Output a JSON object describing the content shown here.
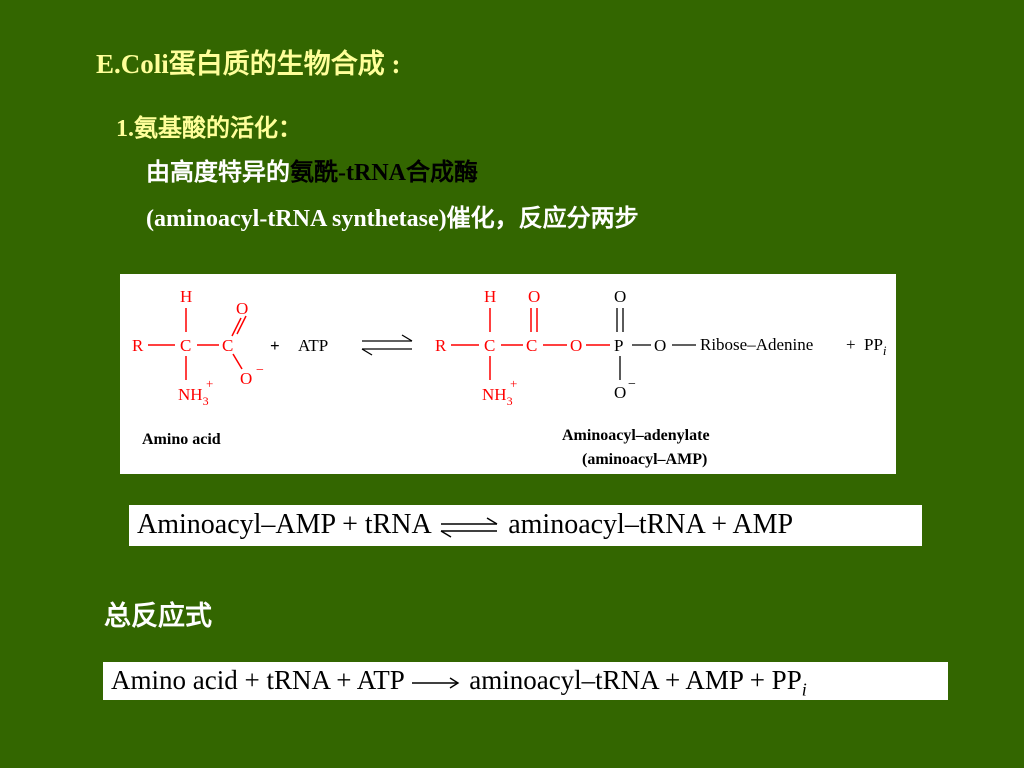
{
  "slide": {
    "title": "E.Coli蛋白质的生物合成 :",
    "section": "1.氨基酸的活化：",
    "line1_prefix": "由高度特异的",
    "line1_highlight": "氨酰-tRNA合成酶",
    "line2": "(aminoacyl-tRNA synthetase)催化，反应分两步",
    "total_label": "总反应式"
  },
  "reaction1": {
    "amino_acid": {
      "H": "H",
      "R": "R",
      "C_alpha": "C",
      "C_carboxyl": "C",
      "O_double": "O",
      "O_minus": "O",
      "minus": "−",
      "NH3": "NH",
      "sub3": "3",
      "plus_charge": "+"
    },
    "plus": "+",
    "atp": "ATP",
    "adenylate": {
      "H": "H",
      "R": "R",
      "C_alpha": "C",
      "C_carbonyl": "C",
      "O_carbonyl": "O",
      "O_link": "O",
      "P": "P",
      "O_top": "O",
      "O_bottom": "O",
      "minus": "−",
      "O_ribose": "O",
      "ribose_adenine": "Ribose–Adenine",
      "plus": "+",
      "pp": "PP",
      "pp_sub": "i",
      "NH3": "NH",
      "sub3": "3",
      "plus_charge": "+"
    },
    "label_amino_acid": "Amino acid",
    "label_adenylate": "Aminoacyl–adenylate",
    "label_adenylate_abbr": "(aminoacyl–AMP)"
  },
  "reaction2": {
    "left": "Aminoacyl–AMP + tRNA",
    "right": "aminoacyl–tRNA + AMP"
  },
  "reaction3": {
    "left": "Amino acid + tRNA + ATP",
    "right": "aminoacyl–tRNA + AMP + PP",
    "right_sub": "i"
  },
  "colors": {
    "background": "#336600",
    "title_yellow": "#ffff99",
    "structure_red": "#ff0000"
  }
}
